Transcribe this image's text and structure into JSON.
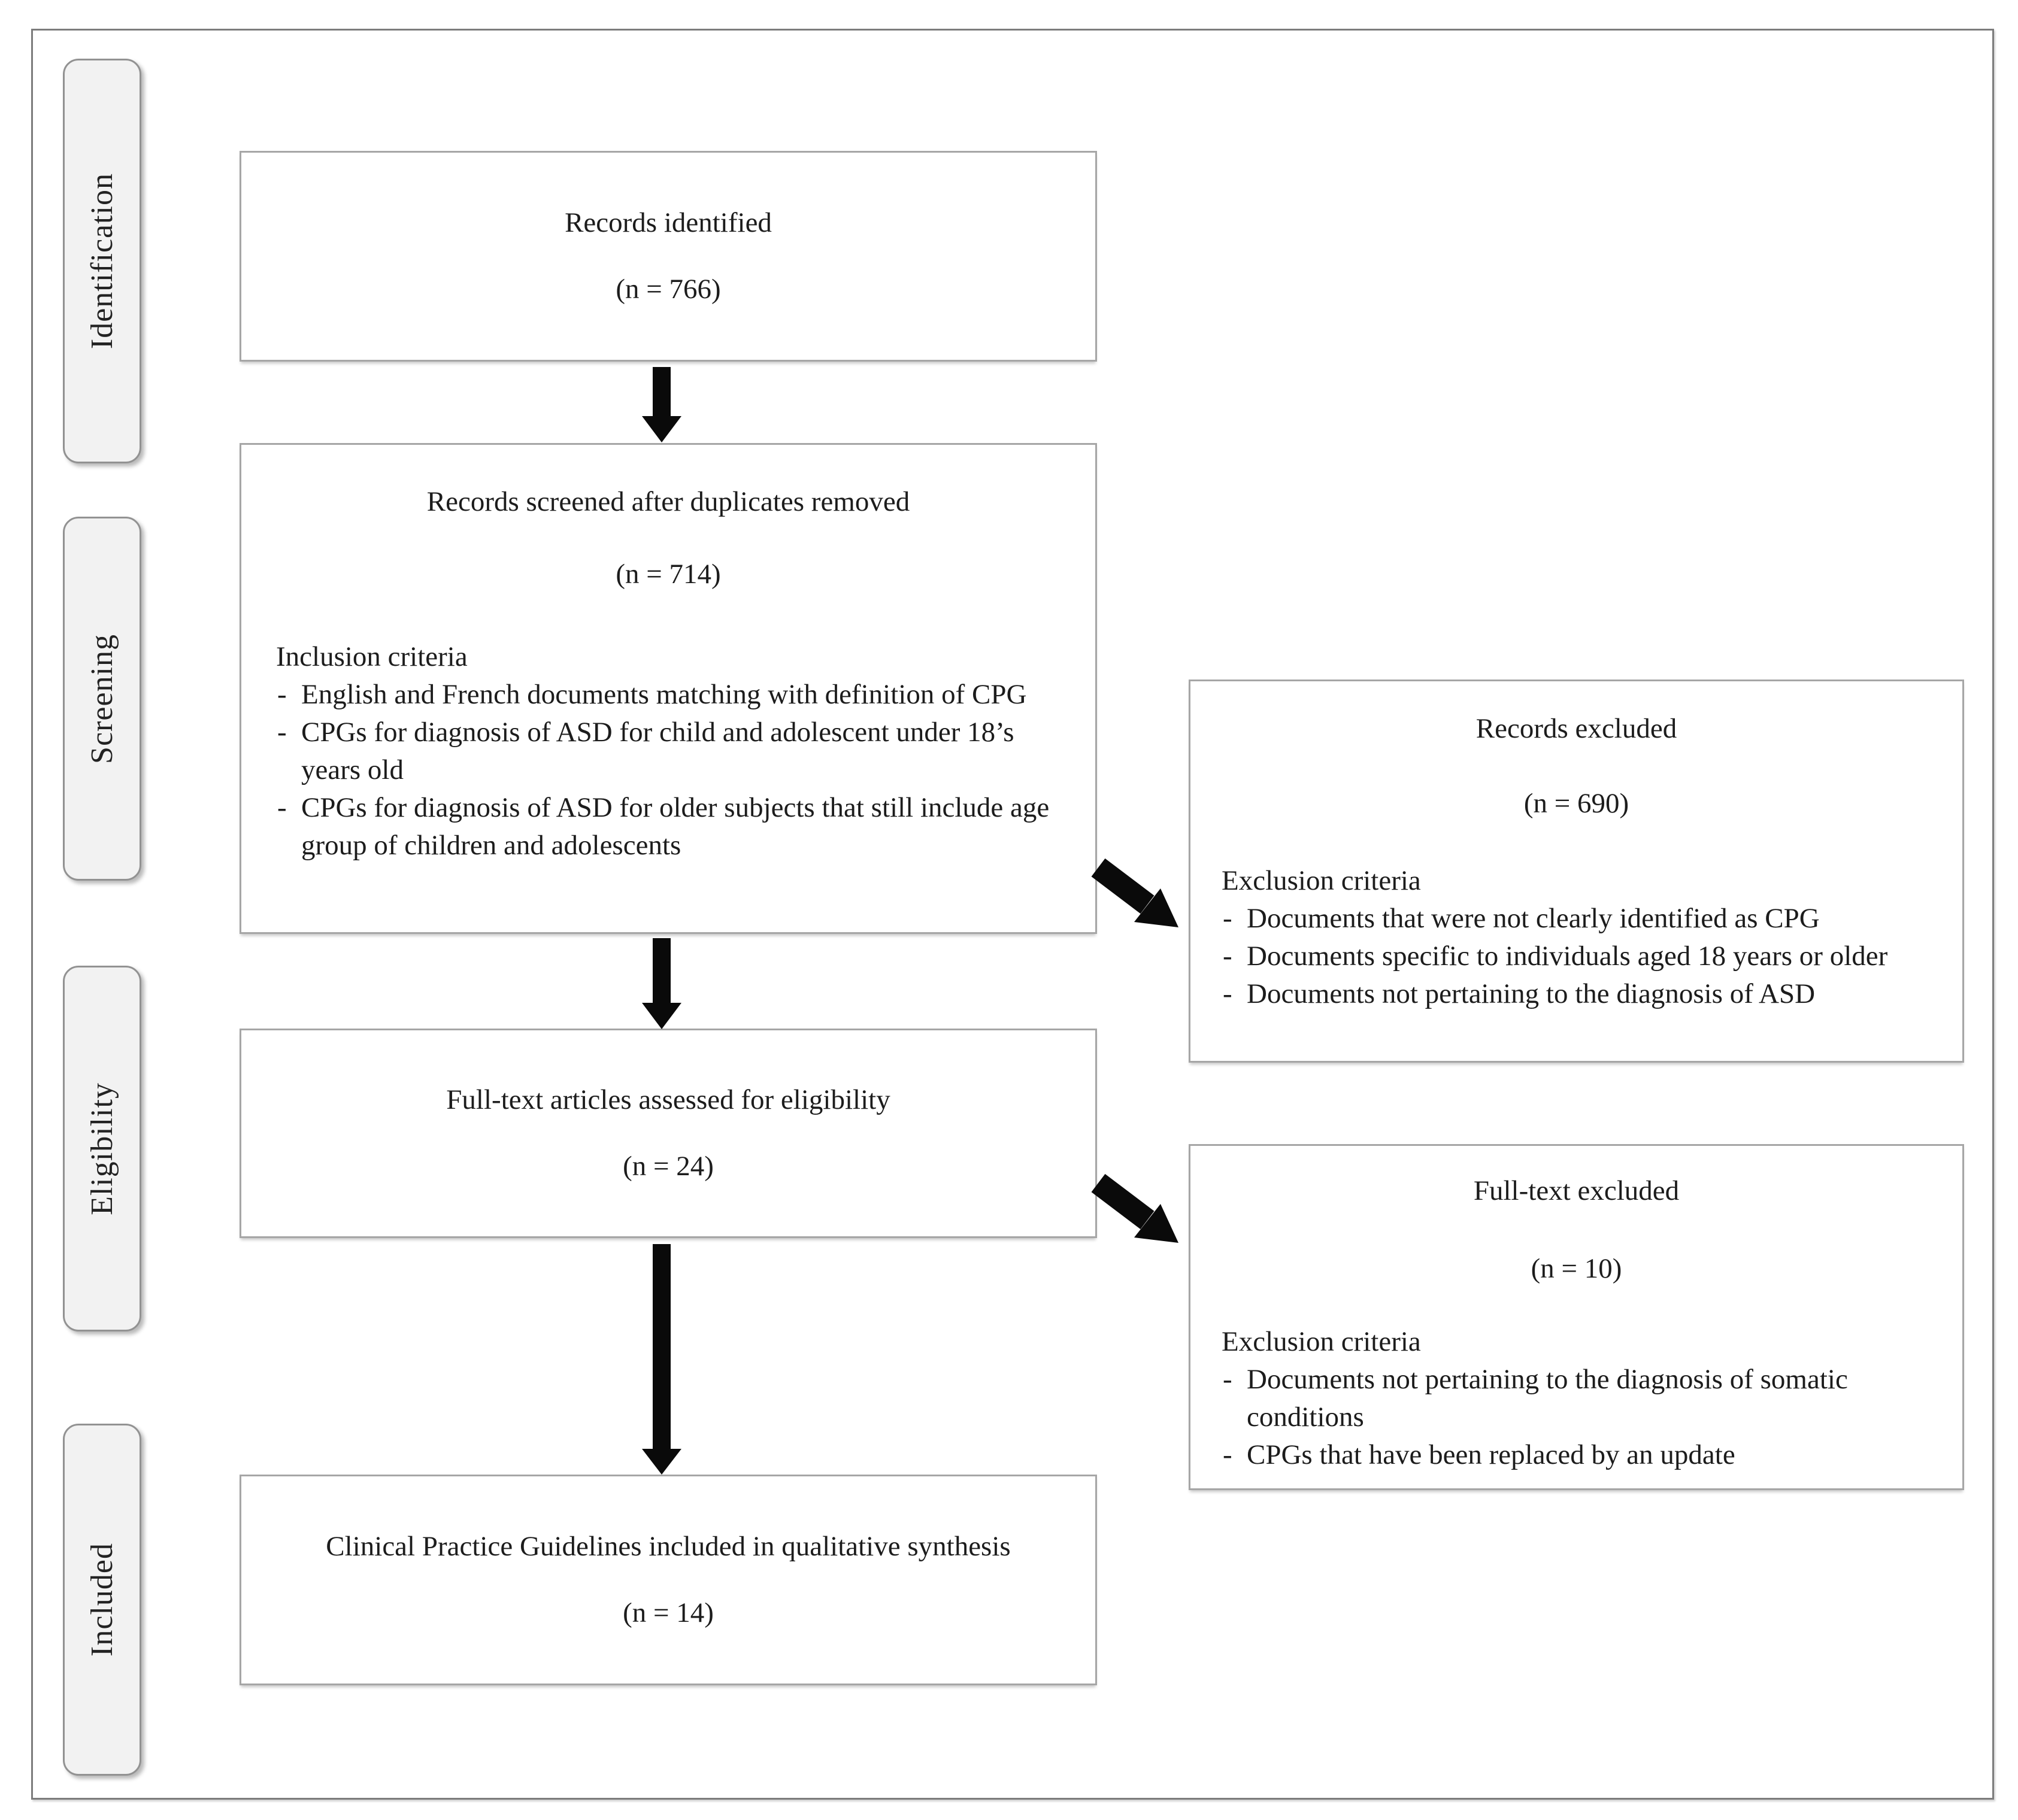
{
  "figure": {
    "type": "prisma-flow-diagram"
  },
  "stages": [
    {
      "label": "Identification"
    },
    {
      "label": "Screening"
    },
    {
      "label": "Eligibility"
    },
    {
      "label": "Included"
    }
  ],
  "boxes": {
    "identified": {
      "title": "Records identified",
      "count": "(n = 766)"
    },
    "screened": {
      "title": "Records screened after duplicates removed",
      "count": "(n = 714)",
      "criteria_heading": "Inclusion criteria",
      "criteria": [
        "English and French documents matching with definition of CPG",
        "CPGs for diagnosis of ASD for child and adolescent under 18’s years old",
        "CPGs for diagnosis of ASD for older subjects that still include age group of children and adolescents"
      ]
    },
    "records_excluded": {
      "title": "Records excluded",
      "count": "(n = 690)",
      "criteria_heading": "Exclusion criteria",
      "criteria": [
        "Documents that were not clearly identified as CPG",
        "Documents specific to individuals aged 18 years or older",
        "Documents not pertaining to the diagnosis of ASD"
      ]
    },
    "eligibility": {
      "title": "Full-text articles assessed for eligibility",
      "count": "(n = 24)"
    },
    "fulltext_excluded": {
      "title": "Full-text excluded",
      "count": "(n = 10)",
      "criteria_heading": "Exclusion criteria",
      "criteria": [
        "Documents not pertaining to the diagnosis of somatic conditions",
        "CPGs that have been replaced by an update"
      ]
    },
    "included": {
      "title": "Clinical Practice Guidelines included in qualitative synthesis",
      "count": "(n = 14)"
    }
  },
  "colors": {
    "arrow": "#0a0a0a",
    "box_border": "#a6a6a6",
    "stage_fill": "#f2f2f2",
    "stage_border": "#929292",
    "outer_border": "#7c7c7c",
    "text": "#1c1c1c"
  }
}
